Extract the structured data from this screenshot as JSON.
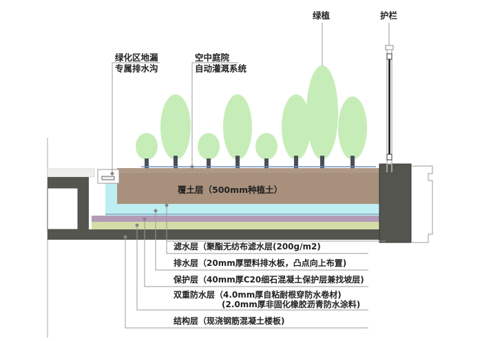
{
  "title_labels": {
    "greenery": "绿植",
    "railing": "护栏",
    "drain_line1": "绿化区地漏",
    "drain_line2": "专属排水沟",
    "irrigation_line1": "空中庭院",
    "irrigation_line2": "自动灌溉系统"
  },
  "soil_label": "覆土层（500mm种植土）",
  "layers": [
    {
      "name": "滤水层（聚酯无纺布滤水层(200g/m2)"
    },
    {
      "name": "排水层（20mm厚塑料排水板，凸点向上布置)"
    },
    {
      "name": "保护层（40mm厚C20细石混凝土保护层兼找坡层)"
    },
    {
      "name": "双重防水层（4.0mm厚自粘耐根穿防水卷材)",
      "line2": "(2.0mm厚非固化橡胶沥青防水涂料)"
    },
    {
      "name": "结构层（现浇钢筋混凝土楼板)"
    }
  ],
  "colors": {
    "soil": "#a8907c",
    "drainage": "#bdeff2",
    "protection": "#b39cb8",
    "waterproof": "#d5dca8",
    "structure": "#555550",
    "tree": "#c6edb8",
    "trunk": "#4a5058"
  }
}
